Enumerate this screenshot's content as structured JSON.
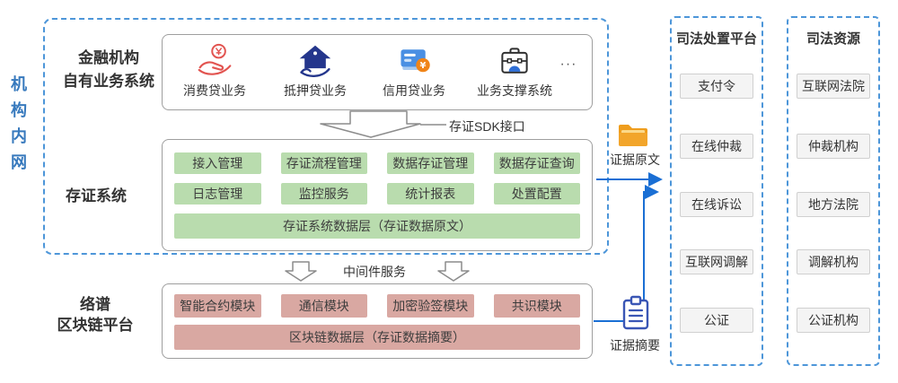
{
  "colors": {
    "dashed_border_blue": "#4d96d9",
    "arrow_blue": "#1a6fd4",
    "intranet_text_blue": "#3779bd",
    "green_module_bg": "#b9dcae",
    "pink_module_bg": "#d9a8a2",
    "box_border_gray": "#9e9e9e",
    "judicial_item_bg": "#f4f4f4",
    "folder_orange": "#f2a52b",
    "clipboard_blue": "#3a56b5"
  },
  "intranet": {
    "label": "机构内网"
  },
  "financial": {
    "title_line1": "金融机构",
    "title_line2": "自有业务系统",
    "systems": [
      {
        "label": "消费贷业务",
        "icon": "hand-coin-icon"
      },
      {
        "label": "抵押贷业务",
        "icon": "house-loan-icon"
      },
      {
        "label": "信用贷业务",
        "icon": "credit-card-icon"
      },
      {
        "label": "业务支撑系统",
        "icon": "briefcase-icon"
      }
    ],
    "ellipsis": "···"
  },
  "sdk": {
    "label": "存证SDK接口"
  },
  "evidence_system": {
    "title": "存证系统",
    "row1": [
      "接入管理",
      "存证流程管理",
      "数据存证管理",
      "数据存证查询"
    ],
    "row2": [
      "日志管理",
      "监控服务",
      "统计报表",
      "处置配置"
    ],
    "data_layer": "存证系统数据层（存证数据原文）"
  },
  "middleware": {
    "label": "中间件服务"
  },
  "blockchain": {
    "title_line1": "络谱",
    "title_line2": "区块链平台",
    "modules": [
      "智能合约模块",
      "通信模块",
      "加密验签模块",
      "共识模块"
    ],
    "data_layer": "区块链数据层（存证数据摘要）"
  },
  "evidence_original": {
    "label": "证据原文",
    "icon": "folder-icon"
  },
  "evidence_digest": {
    "label": "证据摘要",
    "icon": "clipboard-icon"
  },
  "judicial_platform": {
    "title": "司法处置平台",
    "items": [
      "支付令",
      "在线仲裁",
      "在线诉讼",
      "互联网调解",
      "公证"
    ]
  },
  "judicial_resources": {
    "title": "司法资源",
    "items": [
      "互联网法院",
      "仲裁机构",
      "地方法院",
      "调解机构",
      "公证机构"
    ]
  }
}
